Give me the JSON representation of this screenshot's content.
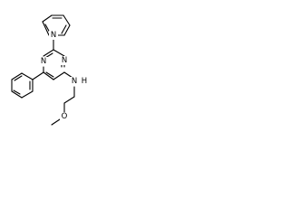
{
  "molecule": {
    "atoms": {
      "pyridine_n": "N",
      "pyrimidine_n_top": "N",
      "pyrimidine_n_right": "N",
      "amine_n": "N",
      "amine_h": "H",
      "ether_o": "O"
    }
  }
}
